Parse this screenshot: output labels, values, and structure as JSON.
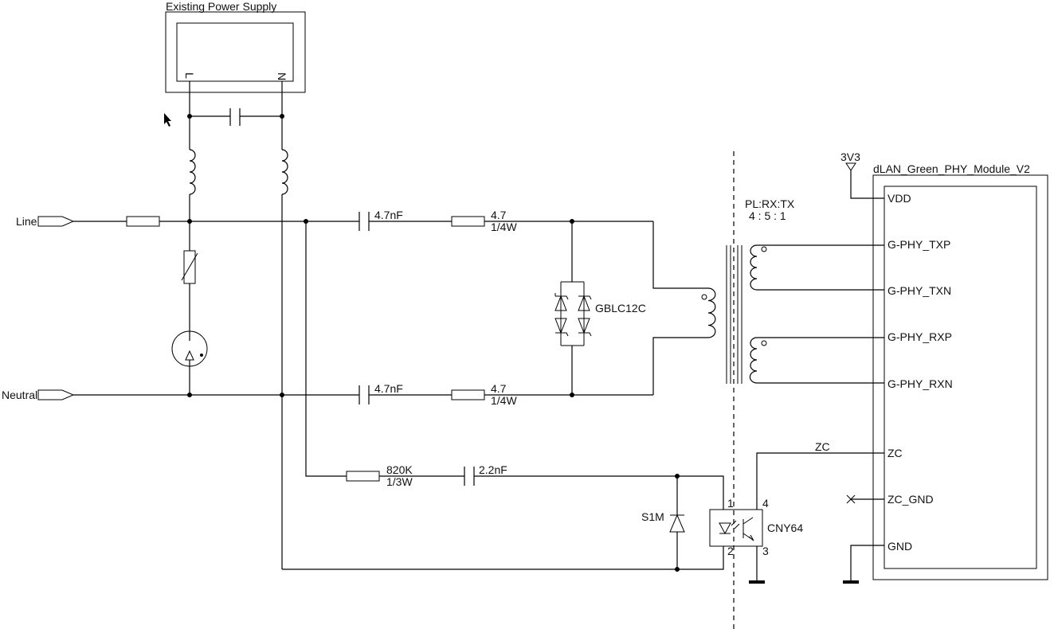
{
  "power_supply": {
    "title": "Existing Power Supply",
    "pin_l": "L",
    "pin_n": "N"
  },
  "nets": {
    "line": "Line",
    "neutral": "Neutral",
    "zc": "ZC",
    "supply": "3V3"
  },
  "components": {
    "c_line_value": "4.7nF",
    "c_neutral_value": "4.7nF",
    "r_line_value": "4.7",
    "r_line_power": "1/4W",
    "r_neutral_value": "4.7",
    "r_neutral_power": "1/4W",
    "tvs": "GBLC12C",
    "r_zc_value": "820K",
    "r_zc_power": "1/3W",
    "c_zc_value": "2.2nF",
    "diode": "S1M",
    "opto": "CNY64",
    "opto_pin1": "1",
    "opto_pin2": "2",
    "opto_pin3": "3",
    "opto_pin4": "4"
  },
  "transformer": {
    "label": "PL:RX:TX",
    "ratio": "4 : 5 : 1"
  },
  "module": {
    "title": "dLAN_Green_PHY_Module_V2",
    "pins": [
      "VDD",
      "G-PHY_TXP",
      "G-PHY_TXN",
      "G-PHY_RXP",
      "G-PHY_RXN",
      "ZC",
      "ZC_GND",
      "GND"
    ]
  }
}
